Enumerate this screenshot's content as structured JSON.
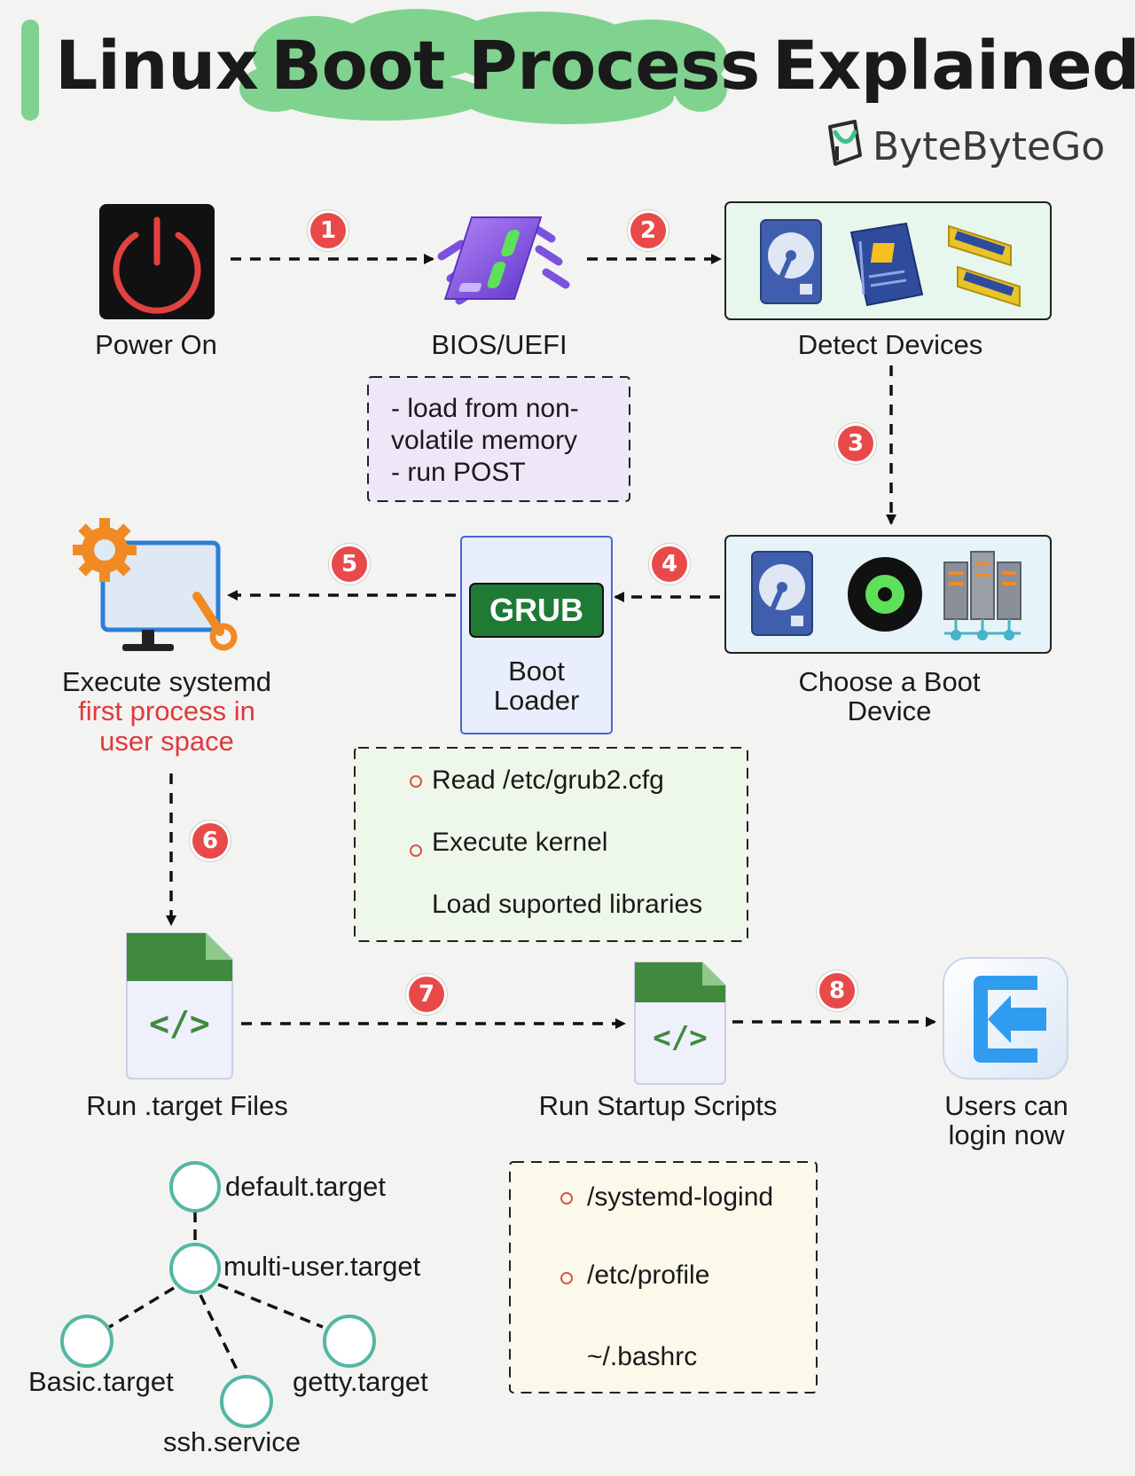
{
  "title": {
    "pre": "Linux",
    "highlight": "Boot Process",
    "post": "Explained"
  },
  "brand": "ByteByteGo",
  "steps": [
    "1",
    "2",
    "3",
    "4",
    "5",
    "6",
    "7",
    "8"
  ],
  "nodes": {
    "power_on": "Power On",
    "bios": "BIOS/UEFI",
    "detect": "Detect Devices",
    "choose_line1": "Choose a Boot",
    "choose_line2": "Device",
    "grub_badge": "GRUB",
    "grub_line1": "Boot",
    "grub_line2": "Loader",
    "systemd_line1": "Execute systemd",
    "systemd_line2": "first process in",
    "systemd_line3": "user space",
    "target": "Run .target Files",
    "scripts": "Run Startup Scripts",
    "login_line1": "Users can",
    "login_line2": "login now"
  },
  "bios_note": [
    "- load from non-",
    "volatile memory",
    "- run POST"
  ],
  "grub_note": [
    "Read /etc/grub2.cfg",
    "Execute kernel",
    "Load suported libraries"
  ],
  "scripts_note": [
    "/systemd-logind",
    "/etc/profile",
    "~/.bashrc"
  ],
  "code_glyph": "</>",
  "tree": {
    "default": "default.target",
    "multi": "multi-user.target",
    "basic": "Basic.target",
    "ssh": "ssh.service",
    "getty": "getty.target"
  },
  "colors": {
    "accent_green": "#7fd38f",
    "step_red": "#e84a4a",
    "bios_note_bg": "#efe6f7",
    "grub_note_bg": "#eef8ea",
    "scripts_note_bg": "#fbf9ea",
    "device_box_bg": "#e8f7ee",
    "choose_box_bg": "#e6f3f9",
    "grub_box_bg": "#e8eefb",
    "grub_badge_bg": "#1f7a36",
    "tree_circle": "#53b7a4"
  }
}
